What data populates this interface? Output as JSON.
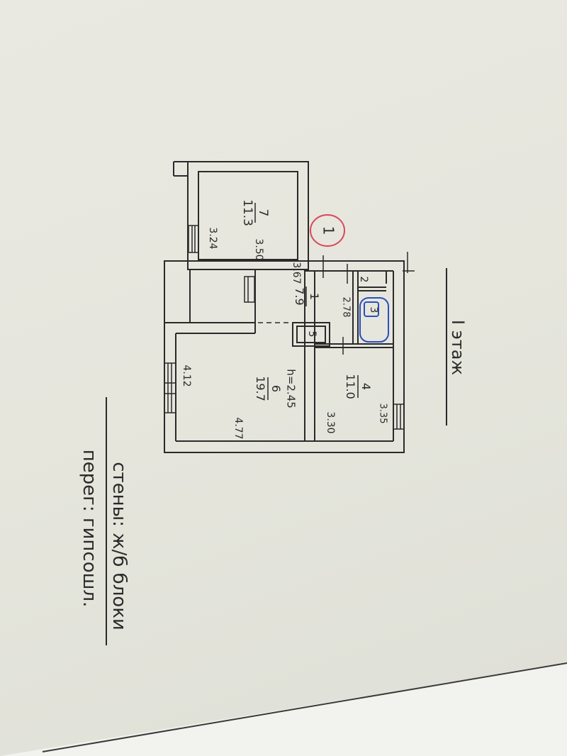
{
  "floor_title": "I этаж",
  "wall_material": "стены: ж/б блоки",
  "partition_material": "перег: гипсошл.",
  "plan_label": "1",
  "ceiling_height": "h=2.45",
  "rooms": [
    {
      "id": "1",
      "area": "7.9"
    },
    {
      "id": "2",
      "area": ""
    },
    {
      "id": "3",
      "area": ""
    },
    {
      "id": "4",
      "area": "11.0"
    },
    {
      "id": "5",
      "area": ""
    },
    {
      "id": "6",
      "area": "19.7"
    },
    {
      "id": "7",
      "area": "11.3"
    }
  ],
  "dimensions": [
    "3.24",
    "3.50",
    "3.67",
    "2.78",
    "4.12",
    "4.77",
    "3.30",
    "3.35"
  ],
  "colors": {
    "ink": "#2a2a2a",
    "blue_pen": "#2a4fc0",
    "red_pen": "#d9485a"
  }
}
